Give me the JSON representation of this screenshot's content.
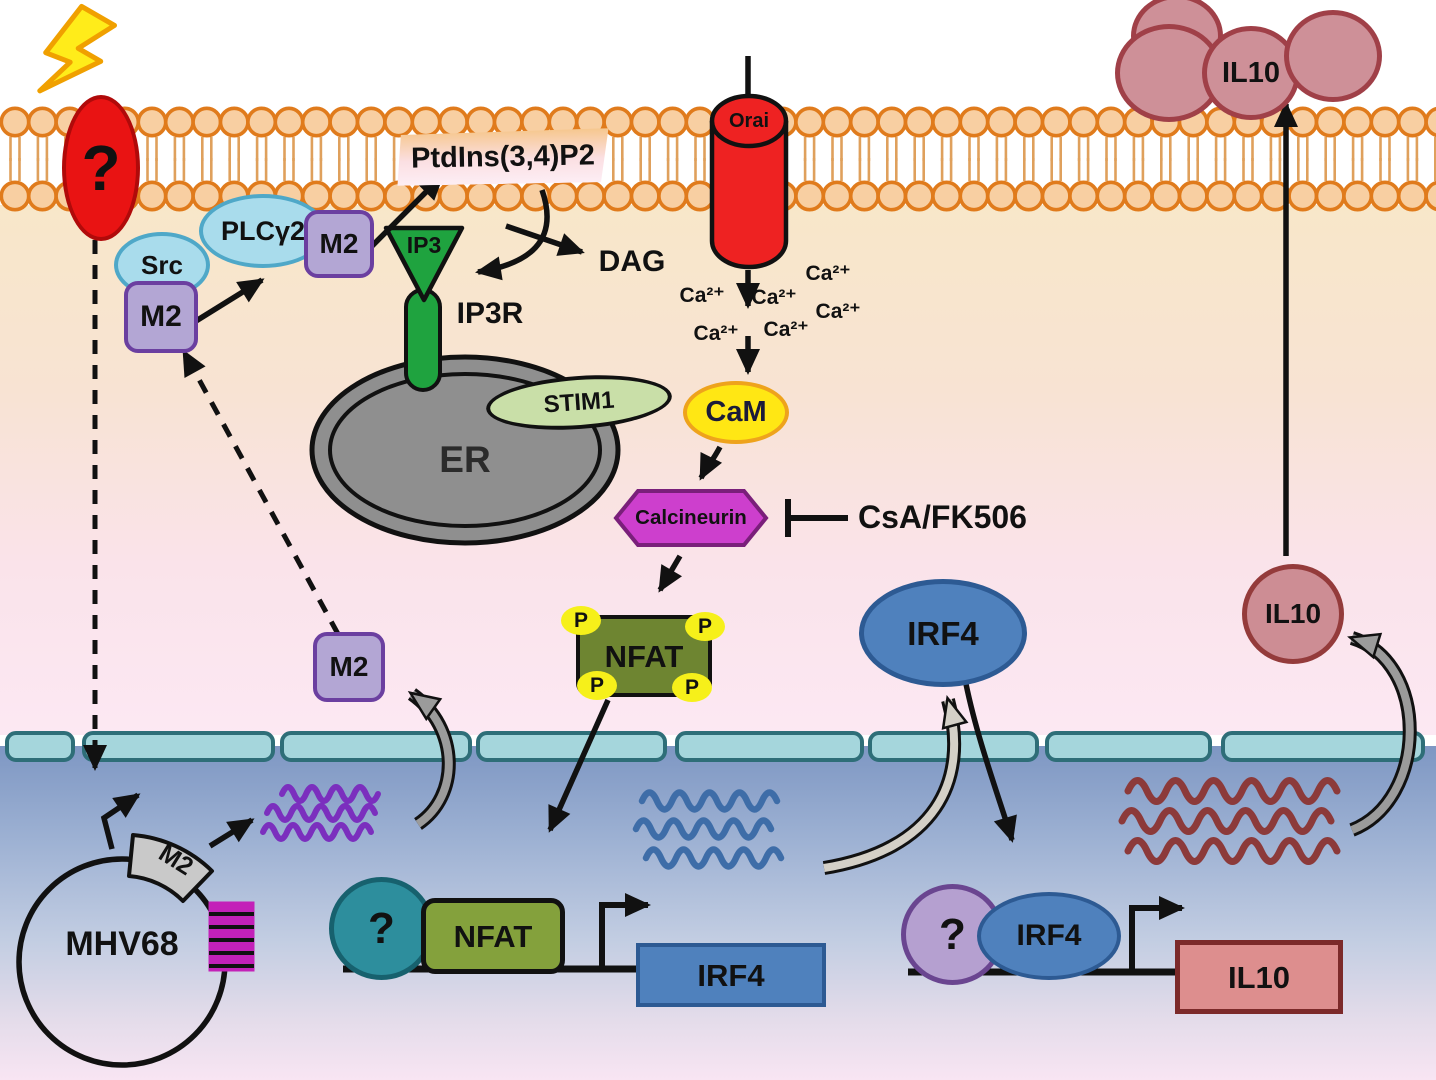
{
  "colors": {
    "membrane_head": "#f8cfa2",
    "membrane_outline": "#e07b1c",
    "m2_fill": "#b3a6d4",
    "m2_border": "#6b3fa0",
    "kinase_blue_fill": "#a9dcec",
    "kinase_blue_border": "#4fa8c8",
    "ip3_green": "#1fa33f",
    "er_gray": "#8f8f8f",
    "stim1_green": "#c9dfa8",
    "cam_yellow": "#ffe714",
    "calcineurin_magenta": "#cd3fcd",
    "nfat_olive": "#6e8531",
    "phospho_yellow": "#f6f01a",
    "irf4_blue": "#4f81bd",
    "il10_rose": "#cd8d94",
    "il10_gene_salmon": "#dd8e8e",
    "nuclear_membrane_teal": "#a5d6dc",
    "orai_red": "#ee2222",
    "receptor_red": "#e91313",
    "mrna_purple": "#7b2fbe",
    "mrna_blue": "#3e6da8",
    "mrna_darkred": "#8c3a3a"
  },
  "extracellular": {
    "unknown_receptor_label": "?",
    "secreted_il10_label": "IL10"
  },
  "membrane": {
    "ptdins_label": "PtdIns(3,4)P2",
    "orai_label": "Orai"
  },
  "cytoplasm": {
    "src_label": "Src",
    "m2_src_label": "M2",
    "plcg2_label": "PLCγ2",
    "m2_plcg2_label": "M2",
    "ip3_label": "IP3",
    "ip3r_label": "IP3R",
    "dag_label": "DAG",
    "er_label": "ER",
    "stim1_label": "STIM1",
    "ca_ion": "Ca²⁺",
    "cam_label": "CaM",
    "calcineurin_label": "Calcineurin",
    "inhibitor_label": "CsA/FK506",
    "nfat_label": "NFAT",
    "phospho_label": "P",
    "irf4_label": "IRF4",
    "il10_label": "IL10",
    "m2_cytoplasmic_label": "M2"
  },
  "nucleus": {
    "episome_label": "MHV68",
    "m2_gene_label": "M2",
    "nfat_complex": {
      "unknown_label": "?",
      "tf_label": "NFAT",
      "gene_label": "IRF4"
    },
    "irf4_complex": {
      "unknown_label": "?",
      "tf_label": "IRF4",
      "gene_label": "IL10"
    }
  }
}
